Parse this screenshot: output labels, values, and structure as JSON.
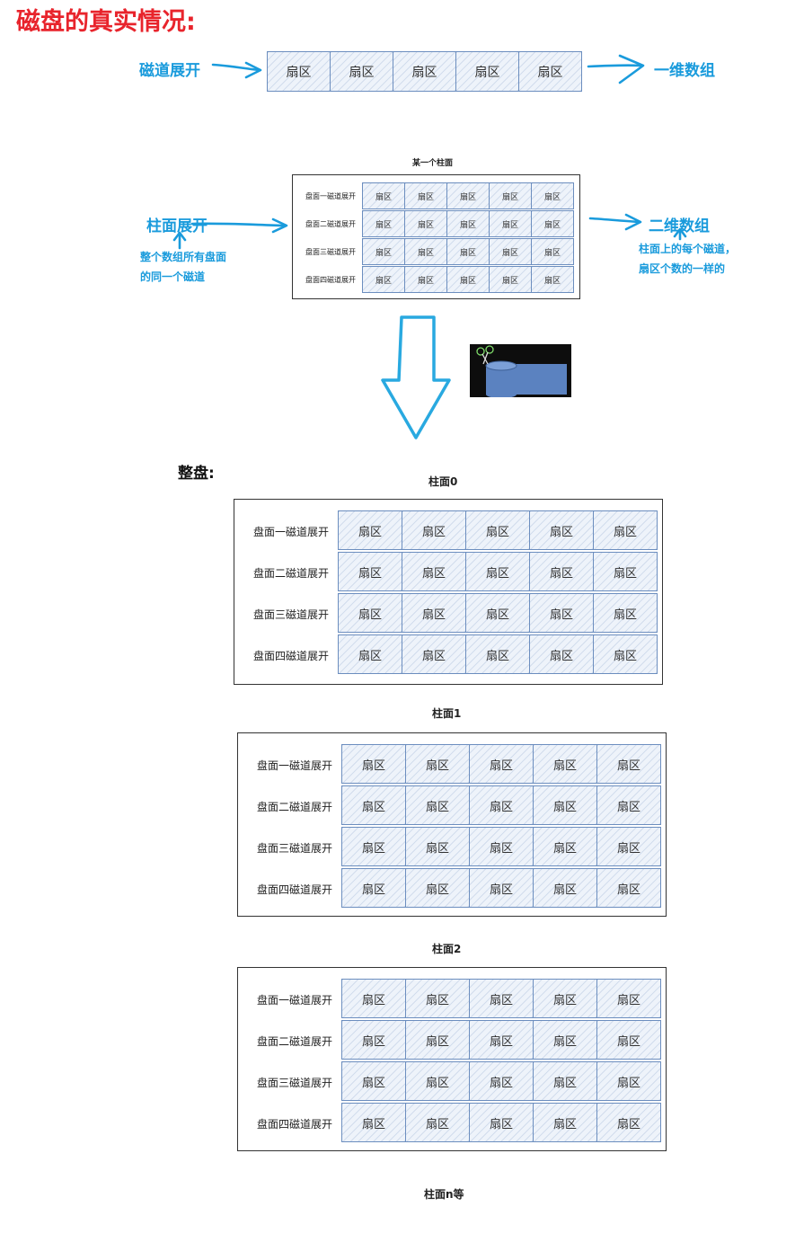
{
  "title": "磁盘的真实情况:",
  "track_section": {
    "left_label": "磁道展开",
    "right_label": "一维数组",
    "sectors": [
      "扇区",
      "扇区",
      "扇区",
      "扇区",
      "扇区"
    ]
  },
  "cylinder_section": {
    "caption": "某一个柱面",
    "left_label": "柱面展开",
    "left_note_line1": "整个数组所有盘面",
    "left_note_line2": "的同一个磁道",
    "right_label": "二维数组",
    "right_note_line1": "柱面上的每个磁道，",
    "right_note_line2": "扇区个数的一样的",
    "rows": [
      {
        "label": "盘面一磁道展开",
        "sectors": [
          "扇区",
          "扇区",
          "扇区",
          "扇区",
          "扇区"
        ]
      },
      {
        "label": "盘面二磁道展开",
        "sectors": [
          "扇区",
          "扇区",
          "扇区",
          "扇区",
          "扇区"
        ]
      },
      {
        "label": "盘面三磁道展开",
        "sectors": [
          "扇区",
          "扇区",
          "扇区",
          "扇区",
          "扇区"
        ]
      },
      {
        "label": "盘面四磁道展开",
        "sectors": [
          "扇区",
          "扇区",
          "扇区",
          "扇区",
          "扇区"
        ]
      }
    ]
  },
  "whole_disk": {
    "label": "整盘:",
    "cylinders": [
      {
        "caption": "柱面0",
        "rows": [
          {
            "label": "盘面一磁道展开",
            "sectors": [
              "扇区",
              "扇区",
              "扇区",
              "扇区",
              "扇区"
            ]
          },
          {
            "label": "盘面二磁道展开",
            "sectors": [
              "扇区",
              "扇区",
              "扇区",
              "扇区",
              "扇区"
            ]
          },
          {
            "label": "盘面三磁道展开",
            "sectors": [
              "扇区",
              "扇区",
              "扇区",
              "扇区",
              "扇区"
            ]
          },
          {
            "label": "盘面四磁道展开",
            "sectors": [
              "扇区",
              "扇区",
              "扇区",
              "扇区",
              "扇区"
            ]
          }
        ]
      },
      {
        "caption": "柱面1",
        "rows": [
          {
            "label": "盘面一磁道展开",
            "sectors": [
              "扇区",
              "扇区",
              "扇区",
              "扇区",
              "扇区"
            ]
          },
          {
            "label": "盘面二磁道展开",
            "sectors": [
              "扇区",
              "扇区",
              "扇区",
              "扇区",
              "扇区"
            ]
          },
          {
            "label": "盘面三磁道展开",
            "sectors": [
              "扇区",
              "扇区",
              "扇区",
              "扇区",
              "扇区"
            ]
          },
          {
            "label": "盘面四磁道展开",
            "sectors": [
              "扇区",
              "扇区",
              "扇区",
              "扇区",
              "扇区"
            ]
          }
        ]
      },
      {
        "caption": "柱面2",
        "rows": [
          {
            "label": "盘面一磁道展开",
            "sectors": [
              "扇区",
              "扇区",
              "扇区",
              "扇区",
              "扇区"
            ]
          },
          {
            "label": "盘面二磁道展开",
            "sectors": [
              "扇区",
              "扇区",
              "扇区",
              "扇区",
              "扇区"
            ]
          },
          {
            "label": "盘面三磁道展开",
            "sectors": [
              "扇区",
              "扇区",
              "扇区",
              "扇区",
              "扇区"
            ]
          },
          {
            "label": "盘面四磁道展开",
            "sectors": [
              "扇区",
              "扇区",
              "扇区",
              "扇区",
              "扇区"
            ]
          }
        ]
      }
    ],
    "footer": "柱面n等"
  },
  "colors": {
    "title": "#e8242c",
    "annotation_blue": "#1a9bdc",
    "sector_stroke": "#6c8ebf",
    "big_arrow": "#29a9e0"
  },
  "icons": [
    "cylinder-unroll-icon",
    "down-arrow-icon"
  ]
}
